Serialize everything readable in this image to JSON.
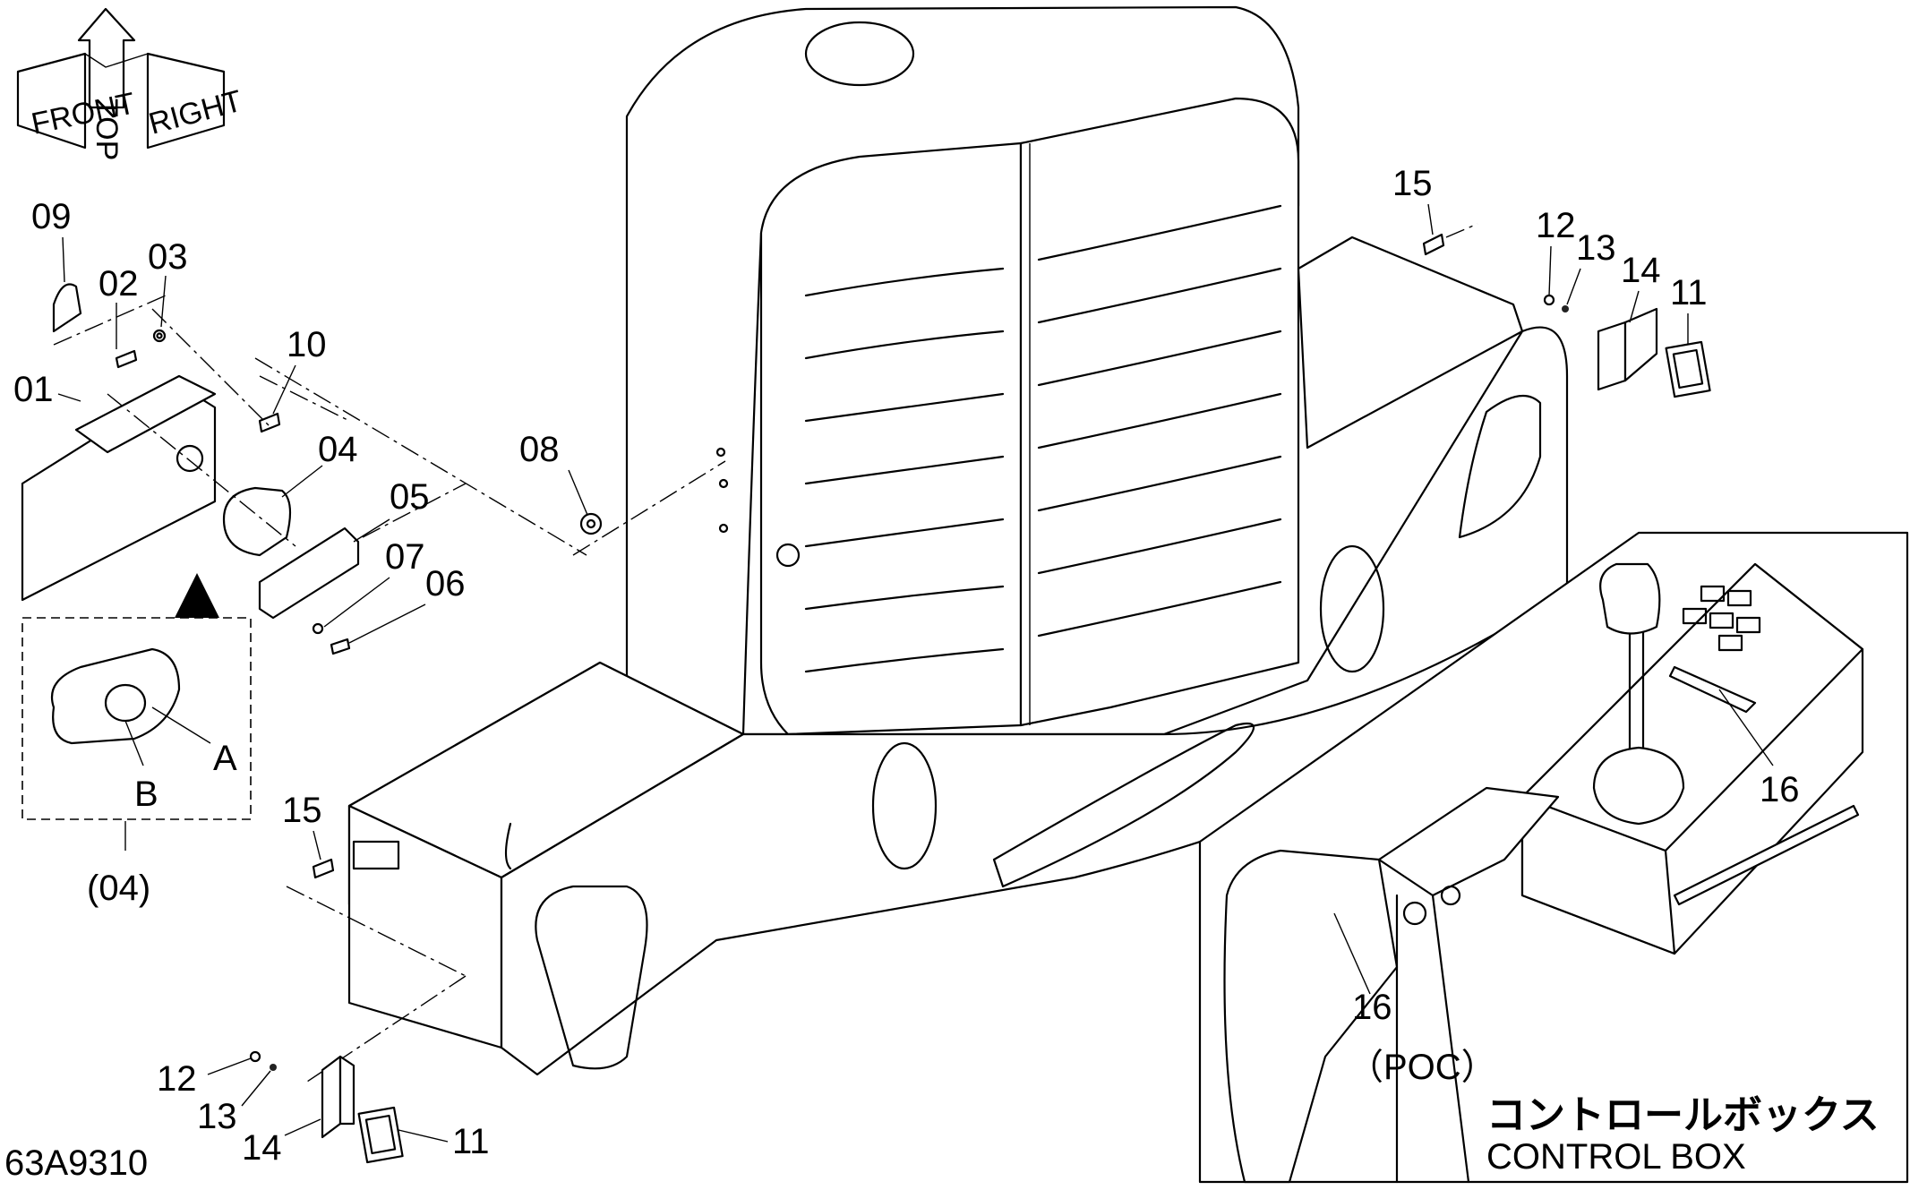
{
  "orientation": {
    "front": "FRONT",
    "top": "TOP",
    "right": "RIGHT"
  },
  "callouts": {
    "c01": "01",
    "c02": "02",
    "c03": "03",
    "c04": "04",
    "c05": "05",
    "c06": "06",
    "c07": "07",
    "c08": "08",
    "c09": "09",
    "c10": "10",
    "c11a": "11",
    "c11b": "11",
    "c12a": "12",
    "c12b": "12",
    "c13a": "13",
    "c13b": "13",
    "c14a": "14",
    "c14b": "14",
    "c15a": "15",
    "c15b": "15",
    "c16a": "16",
    "c16b": "16"
  },
  "detail": {
    "label_a": "A",
    "label_b": "B",
    "ref": "(04)"
  },
  "inset": {
    "poc": "（POC）",
    "title_jp": "コントロールボックス",
    "title_en": "CONTROL  BOX"
  },
  "drawing_number": "63A9310"
}
